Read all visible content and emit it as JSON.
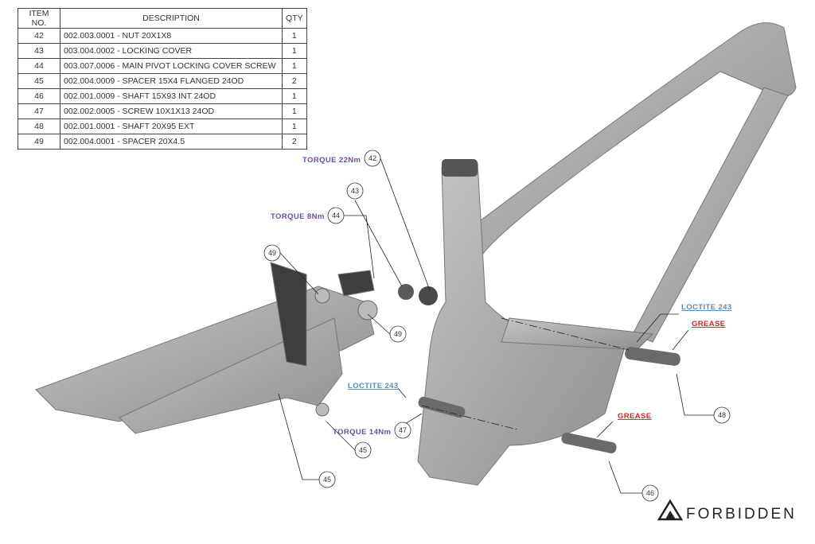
{
  "bom": {
    "headers": [
      "ITEM NO.",
      "DESCRIPTION",
      "QTY"
    ],
    "rows": [
      {
        "item": "42",
        "description": "002.003.0001 - NUT 20X1X8",
        "qty": "1"
      },
      {
        "item": "43",
        "description": "003.004.0002 - LOCKING COVER",
        "qty": "1"
      },
      {
        "item": "44",
        "description": "003.007.0006 - MAIN PIVOT LOCKING COVER SCREW",
        "qty": "1"
      },
      {
        "item": "45",
        "description": "002.004.0009 - SPACER 15X4 FLANGED 24OD",
        "qty": "2"
      },
      {
        "item": "46",
        "description": "002.001.0009 - SHAFT 15X93 INT 24OD",
        "qty": "1"
      },
      {
        "item": "47",
        "description": "002.002.0005 - SCREW 10X1X13 24OD",
        "qty": "1"
      },
      {
        "item": "48",
        "description": "002.001.0001 - SHAFT 20X95 EXT",
        "qty": "1"
      },
      {
        "item": "49",
        "description": "002.004.0001 - SPACER 20X4.5",
        "qty": "2"
      }
    ]
  },
  "annotations": {
    "torque_22": "TORQUE 22Nm",
    "torque_8": "TORQUE 8Nm",
    "torque_14": "TORQUE 14Nm",
    "loctite_upper": "LOCTITE 243",
    "loctite_lower": "LOCTITE 243",
    "grease_upper": "GREASE",
    "grease_lower": "GREASE"
  },
  "callouts": [
    "42",
    "43",
    "44",
    "49",
    "49",
    "45",
    "45",
    "47",
    "48",
    "46"
  ],
  "brand": {
    "name": "FORBIDDEN"
  },
  "colors": {
    "torque": "#6b4fa0",
    "loctite": "#4a8fc8",
    "grease": "#d2232a",
    "frame": "#a9a9a9"
  }
}
